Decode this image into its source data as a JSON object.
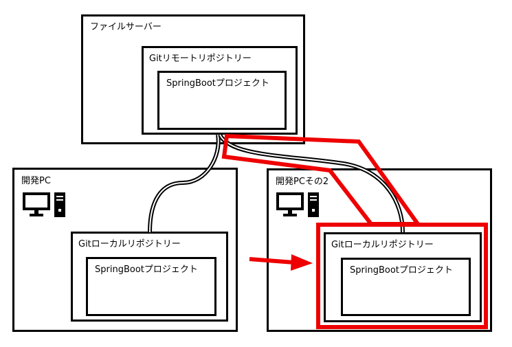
{
  "server": {
    "label": "ファイルサーバー",
    "remote_repo": {
      "label": "Gitリモートリポジトリー",
      "project": {
        "label": "SpringBootプロジェクト"
      }
    }
  },
  "dev_pc": {
    "label": "開発PC",
    "icon": "desktop-computer-icon",
    "local_repo": {
      "label": "Gitローカルリポジトリー",
      "project": {
        "label": "SpringBootプロジェクト"
      }
    }
  },
  "dev_pc2": {
    "label": "開発PCその2",
    "icon": "desktop-computer-icon",
    "local_repo": {
      "label": "Gitローカルリポジトリー",
      "project": {
        "label": "SpringBootプロジェクト"
      }
    }
  },
  "colors": {
    "stroke": "#000000",
    "highlight": "#ee0000",
    "background": "#ffffff"
  }
}
